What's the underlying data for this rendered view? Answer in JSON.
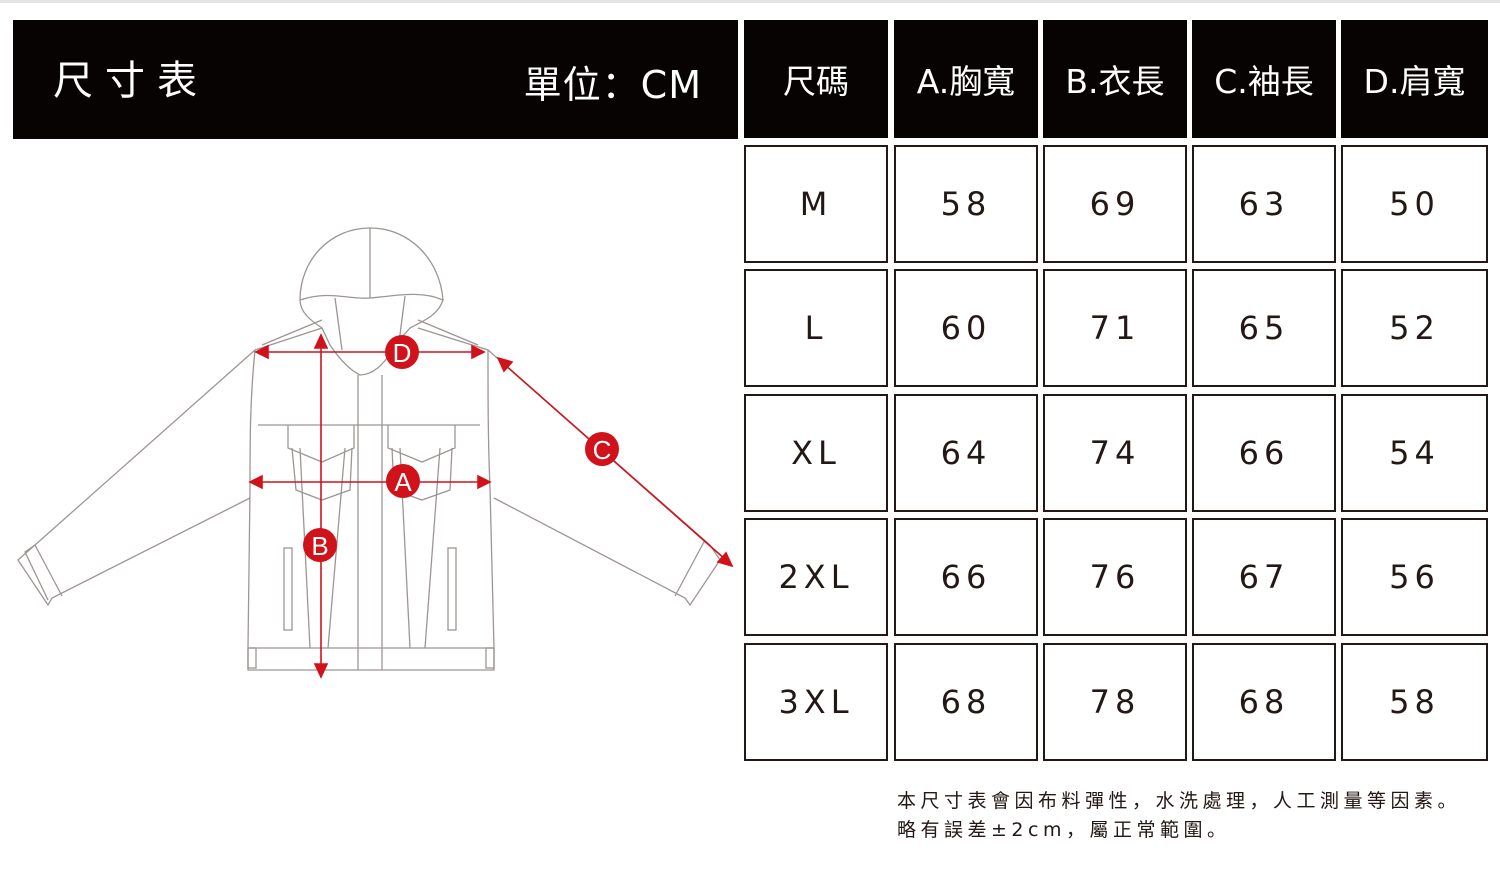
{
  "header": {
    "title": "尺寸表",
    "unit_label": "單位：CM"
  },
  "table": {
    "columns": [
      "尺碼",
      "A.胸寬",
      "B.衣長",
      "C.袖長",
      "D.肩寬"
    ],
    "rows": [
      [
        "M",
        "58",
        "69",
        "63",
        "50"
      ],
      [
        "L",
        "60",
        "71",
        "65",
        "52"
      ],
      [
        "XL",
        "64",
        "74",
        "66",
        "54"
      ],
      [
        "2XL",
        "66",
        "76",
        "67",
        "56"
      ],
      [
        "3XL",
        "68",
        "78",
        "68",
        "58"
      ]
    ]
  },
  "diagram": {
    "markers": {
      "a": "A",
      "b": "B",
      "c": "C",
      "d": "D"
    },
    "accent_color": "#d0121b",
    "line_color": "#9e9593"
  },
  "note": {
    "line1": "本尺寸表會因布料彈性，水洗處理，人工測量等因素。",
    "line2": "略有誤差±2cm，屬正常範圍。"
  }
}
